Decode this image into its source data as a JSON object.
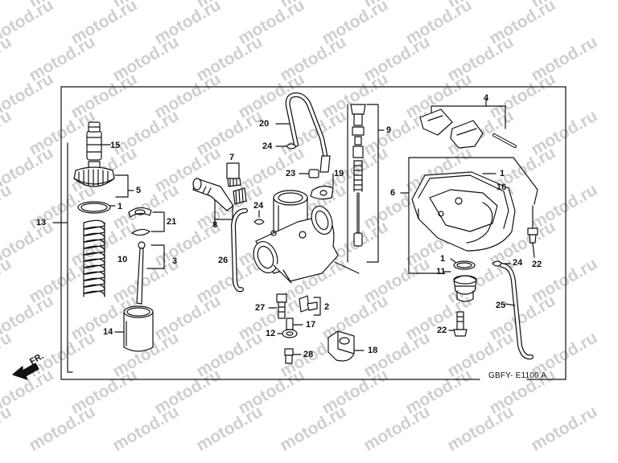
{
  "watermark": "motod.ru",
  "diagram_code": "GBFY- E1100 A",
  "front_marker": "FR.",
  "callouts": [
    {
      "id": "c-15",
      "label": "15"
    },
    {
      "id": "c-5",
      "label": "5"
    },
    {
      "id": "c-1a",
      "label": "1"
    },
    {
      "id": "c-21",
      "label": "21"
    },
    {
      "id": "c-13",
      "label": "13"
    },
    {
      "id": "c-3",
      "label": "3"
    },
    {
      "id": "c-10",
      "label": "10"
    },
    {
      "id": "c-14",
      "label": "14"
    },
    {
      "id": "c-20",
      "label": "20"
    },
    {
      "id": "c-24a",
      "label": "24"
    },
    {
      "id": "c-7",
      "label": "7"
    },
    {
      "id": "c-23",
      "label": "23"
    },
    {
      "id": "c-19",
      "label": "19"
    },
    {
      "id": "c-9",
      "label": "9"
    },
    {
      "id": "c-8",
      "label": "8"
    },
    {
      "id": "c-24b",
      "label": "24"
    },
    {
      "id": "c-26",
      "label": "26"
    },
    {
      "id": "c-27",
      "label": "27"
    },
    {
      "id": "c-2",
      "label": "2"
    },
    {
      "id": "c-12",
      "label": "12"
    },
    {
      "id": "c-17",
      "label": "17"
    },
    {
      "id": "c-28",
      "label": "28"
    },
    {
      "id": "c-18",
      "label": "18"
    },
    {
      "id": "c-4",
      "label": "4"
    },
    {
      "id": "c-1b",
      "label": "1"
    },
    {
      "id": "c-16",
      "label": "16"
    },
    {
      "id": "c-6",
      "label": "6"
    },
    {
      "id": "c-22a",
      "label": "22"
    },
    {
      "id": "c-1c",
      "label": "1"
    },
    {
      "id": "c-11",
      "label": "11"
    },
    {
      "id": "c-24c",
      "label": "24"
    },
    {
      "id": "c-22b",
      "label": "22"
    },
    {
      "id": "c-25",
      "label": "25"
    },
    {
      "id": "c-22c",
      "label": "22"
    }
  ]
}
